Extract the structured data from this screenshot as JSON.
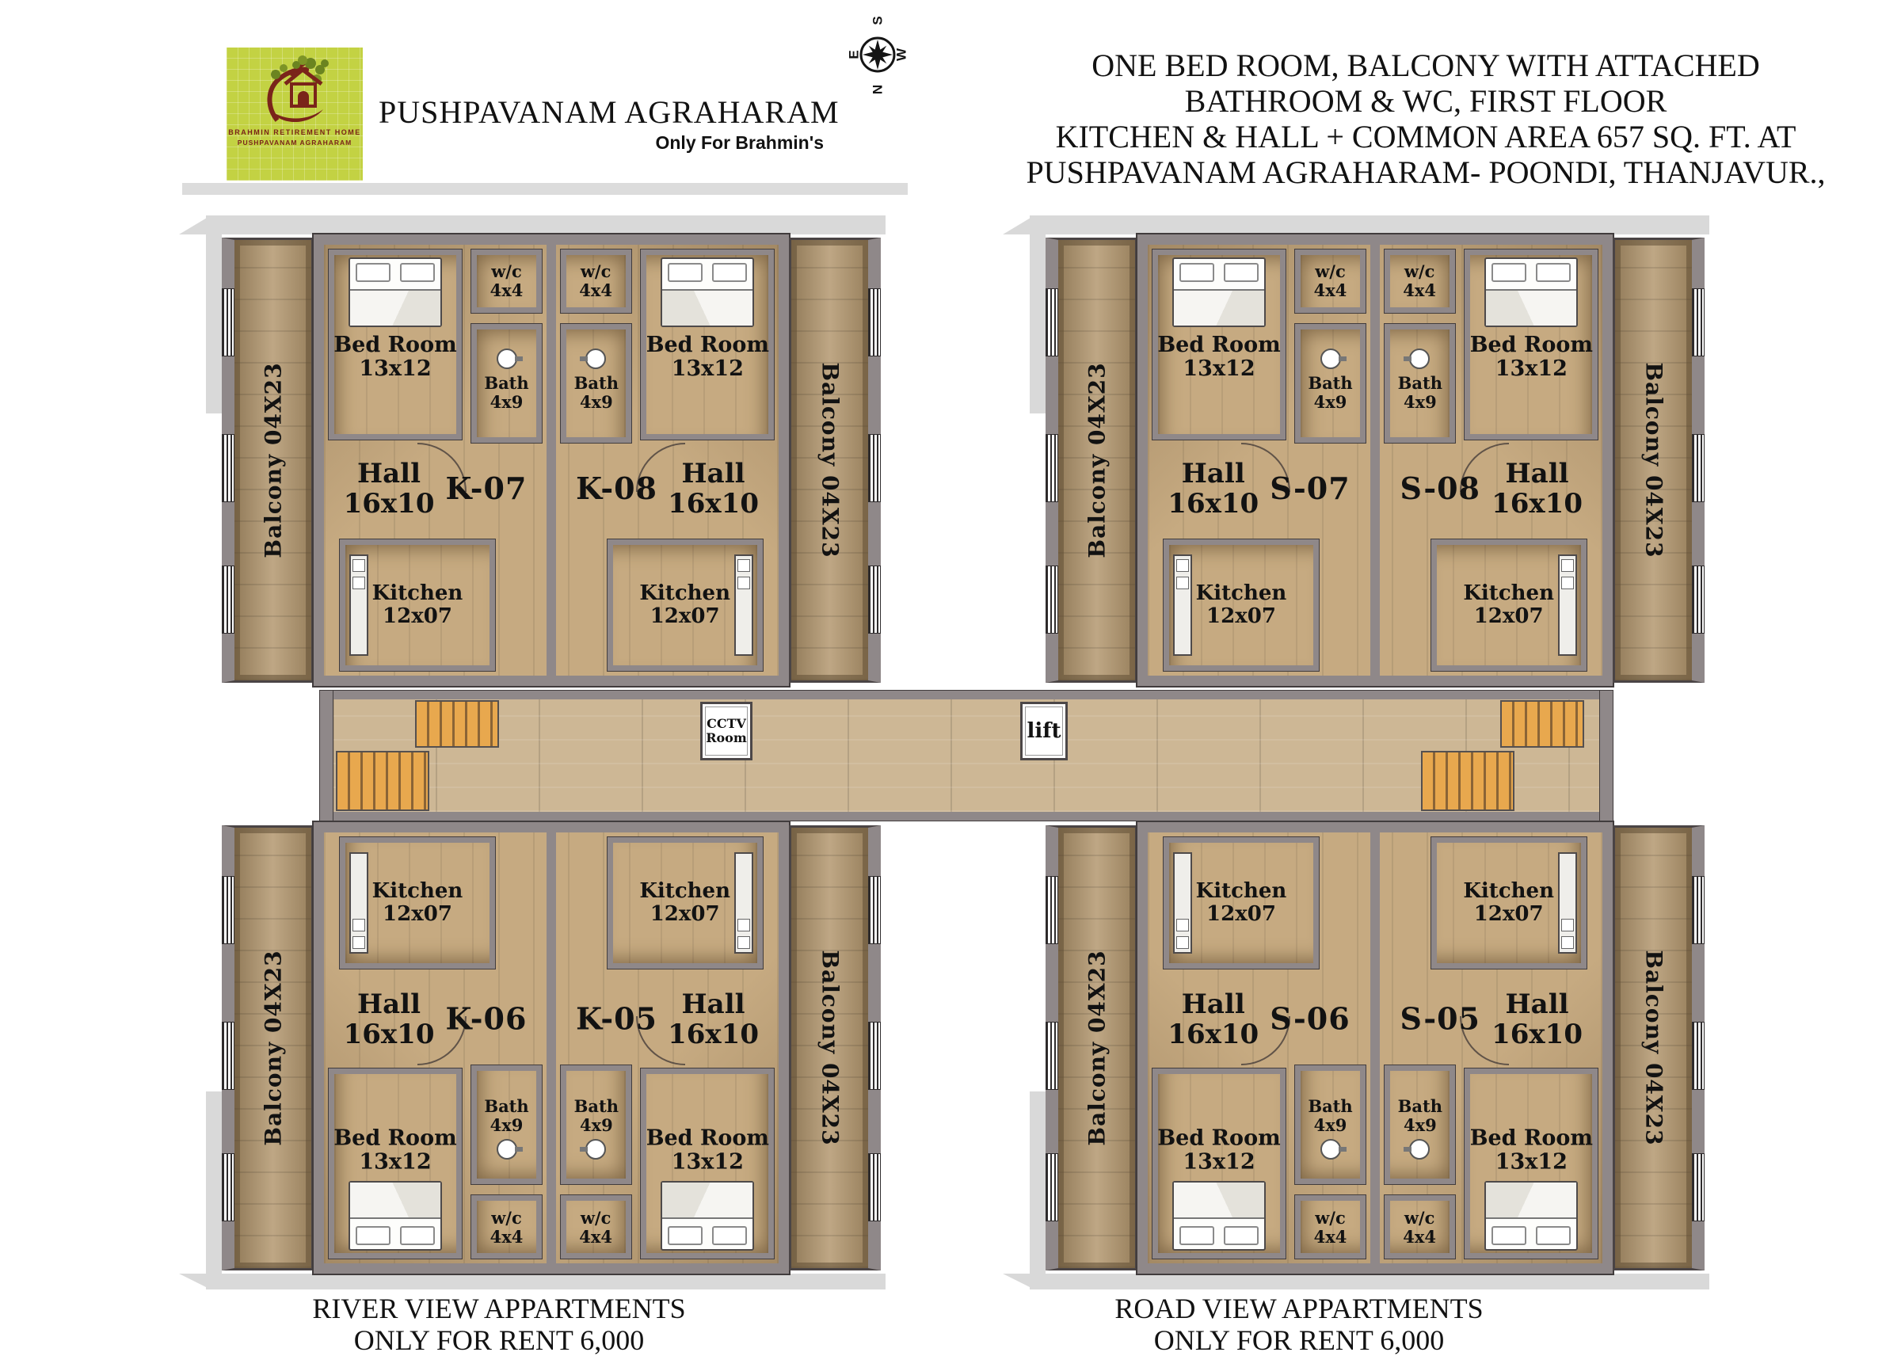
{
  "title_block": {
    "brand": "PUSHPAVANAM AGRAHARAM",
    "tagline": "Only For Brahmin's",
    "logo": {
      "line1": "BRAHMIN RETIREMENT HOME",
      "line2": "PUSHPAVANAM AGRAHARAM"
    },
    "description_lines": [
      "ONE BED ROOM, BALCONY WITH ATTACHED",
      "BATHROOM & WC, FIRST FLOOR",
      "KITCHEN & HALL + COMMON AREA 657 SQ. FT. AT",
      "PUSHPAVANAM AGRAHARAM- POONDI, THANJAVUR.,"
    ],
    "compass": {
      "top": "S",
      "left": "E",
      "right": "W",
      "bottom": "N"
    }
  },
  "labels": {
    "bedroom": "Bed Room",
    "bedroom_size": "13x12",
    "hall": "Hall",
    "hall_size": "16x10",
    "kitchen": "Kitchen",
    "kitchen_size": "12x07",
    "bath": "Bath",
    "bath_size": "4x9",
    "wc": "w/c",
    "wc_size": "4x4",
    "balcony": "Balcony 04X23",
    "cctv_line1": "CCTV",
    "cctv_line2": "Room",
    "lift": "lift"
  },
  "buildings": [
    {
      "name": "river-view-top",
      "units": [
        "K-07",
        "K-08"
      ]
    },
    {
      "name": "river-view-bottom",
      "units": [
        "K-06",
        "K-05"
      ]
    },
    {
      "name": "road-view-top",
      "units": [
        "S-07",
        "S-08"
      ]
    },
    {
      "name": "road-view-bottom",
      "units": [
        "S-06",
        "S-05"
      ]
    }
  ],
  "captions": {
    "river_line1": "RIVER VIEW APPARTMENTS",
    "river_line2": "ONLY FOR RENT 6,000",
    "road_line1": "ROAD VIEW APPARTMENTS",
    "road_line2": "ONLY FOR RENT 6,000"
  },
  "colors": {
    "wall": "#8f8889",
    "wall-dark": "#413c3d",
    "wood": "#c6aa81",
    "balcony-wood": "#b2966d",
    "corridor-wood": "#cdb795",
    "stair": "#e8a84e",
    "logo-bg": "#c3d243",
    "logo-ink": "#7a241a",
    "shade": "#d9d9d9",
    "ink": "#121212"
  }
}
